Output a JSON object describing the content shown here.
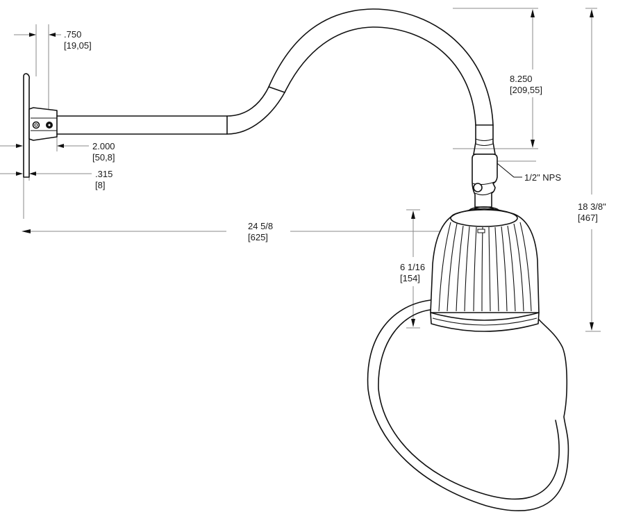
{
  "drawing": {
    "title": "Gooseneck barn light fixture dimension drawing",
    "line_color": "#111111",
    "dimension_line_color": "#8a8a8a",
    "background": "#ffffff"
  },
  "dimensions": {
    "backplate_offset": {
      "imperial": ".750",
      "metric": "[19,05]"
    },
    "arm_diameter": {
      "imperial": "2.000",
      "metric": "[50,8]"
    },
    "backplate_thickness": {
      "imperial": ".315",
      "metric": "[8]"
    },
    "arm_rise": {
      "imperial": "8.250",
      "metric": "[209,55]"
    },
    "thread_size": {
      "label": "1/2\" NPS"
    },
    "overall_height": {
      "imperial": "18 3/8\"",
      "metric": "[467]"
    },
    "overall_extension": {
      "imperial": "24 5/8",
      "metric": "[625]"
    },
    "housing_height": {
      "imperial": "6 1/16",
      "metric": "[154]"
    }
  }
}
